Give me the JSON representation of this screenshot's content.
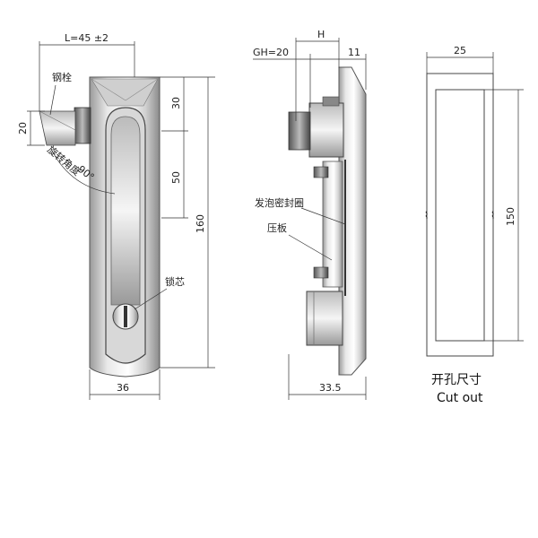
{
  "front_view": {
    "dim_l": "L=45 ±2",
    "dim_20": "20",
    "dim_30": "30",
    "dim_50": "50",
    "dim_160": "160",
    "dim_36": "36",
    "angle": "90°",
    "label_bolt": "钢栓",
    "label_rotation": "旋转角度",
    "label_core": "锁芯"
  },
  "side_view": {
    "dim_h": "H",
    "dim_gh": "GH=20",
    "dim_11": "11",
    "dim_33_5": "33.5",
    "label_gasket": "发泡密封圈",
    "label_plate": "压板"
  },
  "cutout_view": {
    "dim_25": "25",
    "dim_150": "150",
    "title_cn": "开孔尺寸",
    "title_en": "Cut out"
  }
}
